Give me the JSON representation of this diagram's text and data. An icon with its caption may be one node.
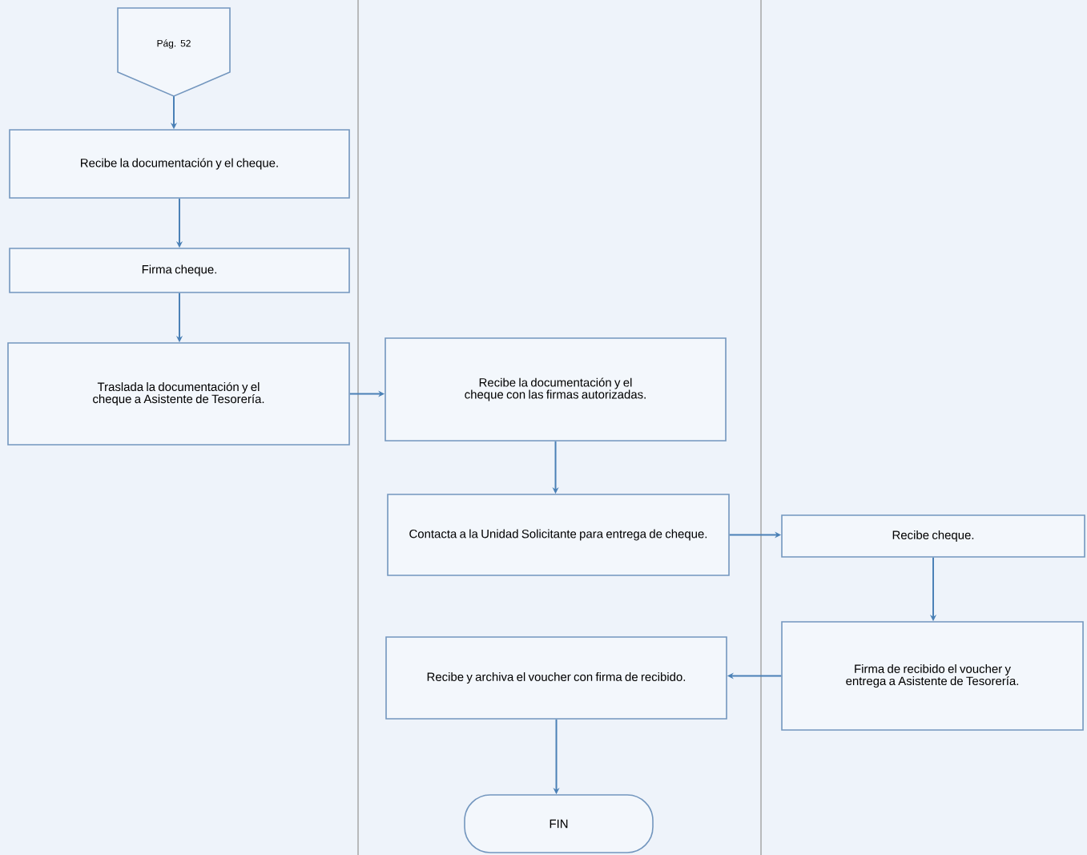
{
  "diagram": {
    "nodes": [
      {
        "text": [
          "Pág. 52"
        ]
      },
      {
        "text": [
          "Recibe la documentación y el cheque."
        ]
      },
      {
        "text": [
          "Firma cheque."
        ]
      },
      {
        "text": [
          "Traslada la documentación y el cheque a Asistente de Tesorería."
        ]
      },
      {
        "text": [
          "Recibe la documentación y el cheque con las firmas autorizadas."
        ]
      },
      {
        "text": [
          "Contacta a la Unidad Solicitante para entrega de cheque."
        ]
      },
      {
        "text": [
          "Recibe cheque."
        ]
      },
      {
        "text": [
          "Firma de recibido el voucher y entrega a Asistente de Tesorería."
        ]
      },
      {
        "text": [
          "Recibe y archiva el voucher con firma de recibido."
        ]
      },
      {
        "text": [
          "FIN"
        ]
      }
    ],
    "edges": [
      {
        "from": 0,
        "to": 1,
        "arrow": "to"
      },
      {
        "from": 1,
        "to": 2,
        "arrow": "to"
      },
      {
        "from": 2,
        "to": 3,
        "arrow": "to"
      },
      {
        "from": 3,
        "to": 4,
        "arrow": "to"
      },
      {
        "from": 4,
        "to": 5,
        "arrow": "to"
      },
      {
        "from": 5,
        "to": 6,
        "arrow": "to"
      },
      {
        "from": 6,
        "to": 7,
        "arrow": "to"
      },
      {
        "from": 7,
        "to": 8,
        "arrow": "to"
      },
      {
        "from": 8,
        "to": 9,
        "arrow": "to"
      }
    ]
  }
}
